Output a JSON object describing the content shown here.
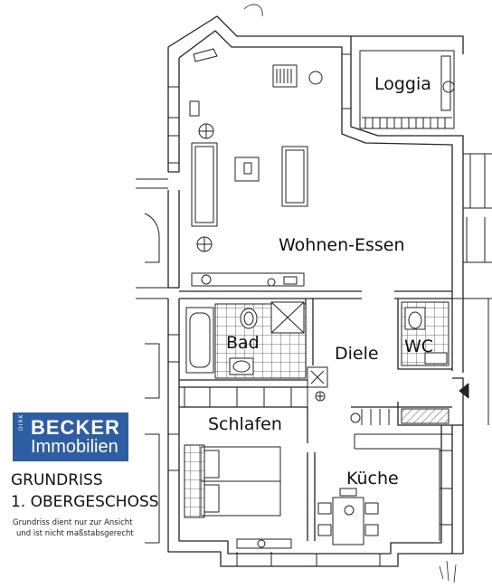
{
  "rooms": {
    "loggia": "Loggia",
    "wohnen": "Wohnen-Essen",
    "bad": "Bad",
    "diele": "Diele",
    "wc": "WC",
    "schlafen": "Schlafen",
    "kueche": "Küche"
  },
  "logo": {
    "first_name": "DIRK",
    "company": "BECKER",
    "subtitle": "Immobilien",
    "color": "#2d5ea3"
  },
  "caption": {
    "title_line1": "GRUNDRISS",
    "title_line2": "1. OBERGESCHOSS",
    "note_line1": "Grundriss dient nur zur Ansicht",
    "note_line2": "und  ist nicht maßstabsgerecht"
  }
}
